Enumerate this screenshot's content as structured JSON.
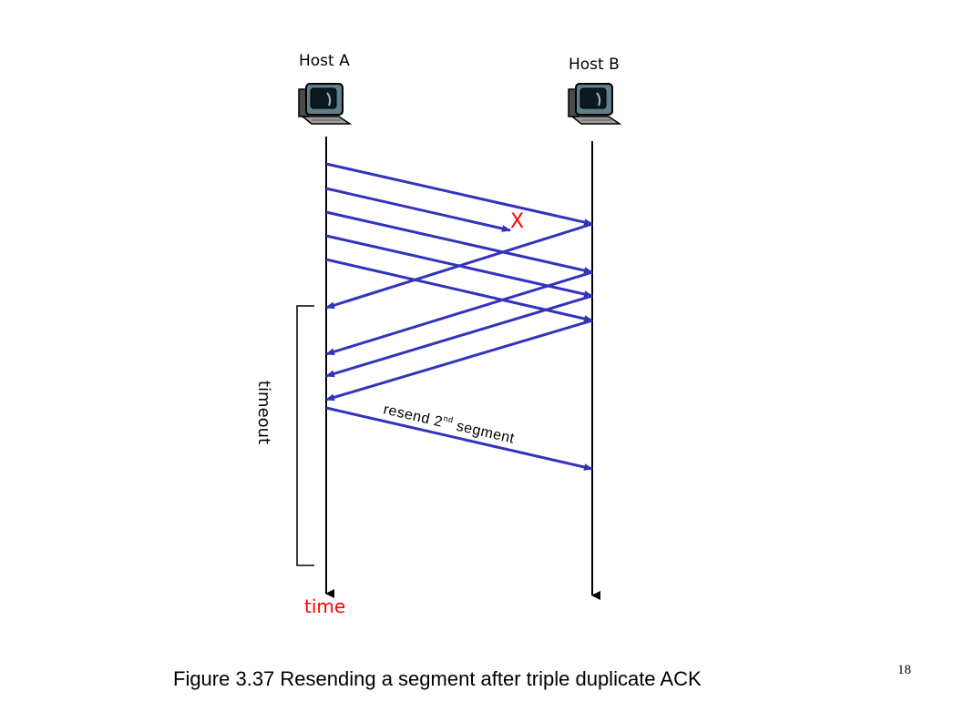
{
  "diagram": {
    "host_a_label": "Host A",
    "host_b_label": "Host B",
    "host_icon": "computer-icon",
    "lost_marker": "X",
    "timeout_label": "timeout",
    "resend_prefix": "resend 2",
    "resend_superscript": "nd",
    "resend_suffix": " segment",
    "time_label": "time",
    "caption": "Figure 3.37 Resending a segment after triple duplicate ACK",
    "page_number": "18",
    "colors": {
      "arrow": "#3333bb",
      "time_label": "#ff0000",
      "lost_marker": "#ff0000",
      "lifeline": "#000000"
    }
  }
}
